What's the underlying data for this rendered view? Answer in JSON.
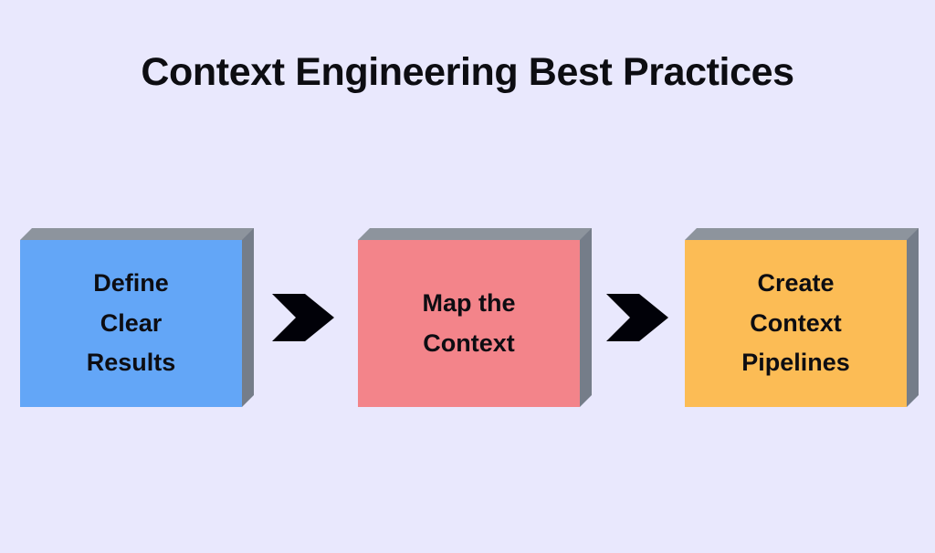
{
  "page": {
    "title": "Context Engineering Best Practices",
    "background_color": "#e9e8fd",
    "text_color": "#0d0d12"
  },
  "diagram": {
    "type": "process-flow",
    "orientation": "horizontal",
    "shadow_top_color": "#8d949d",
    "shadow_side_color": "#757d89",
    "arrow_color": "#010108",
    "arrow_icon_name": "chevron-arrow-right-icon",
    "steps": [
      {
        "index": 1,
        "lines": [
          "Define",
          "Clear",
          "Results"
        ],
        "full_text": "Define Clear Results",
        "color": "#63a6f7",
        "color_name": "blue"
      },
      {
        "index": 2,
        "lines": [
          "Map the",
          "Context"
        ],
        "full_text": "Map the Context",
        "color": "#f3848a",
        "color_name": "salmon"
      },
      {
        "index": 3,
        "lines": [
          "Create",
          "Context",
          "Pipelines"
        ],
        "full_text": "Create Context Pipelines",
        "color": "#fcbc55",
        "color_name": "orange"
      }
    ],
    "connectors": [
      {
        "index": 1,
        "from_step": 1,
        "to_step": 2,
        "shape": "chevron-arrow-right"
      },
      {
        "index": 2,
        "from_step": 2,
        "to_step": 3,
        "shape": "chevron-arrow-right"
      }
    ]
  }
}
